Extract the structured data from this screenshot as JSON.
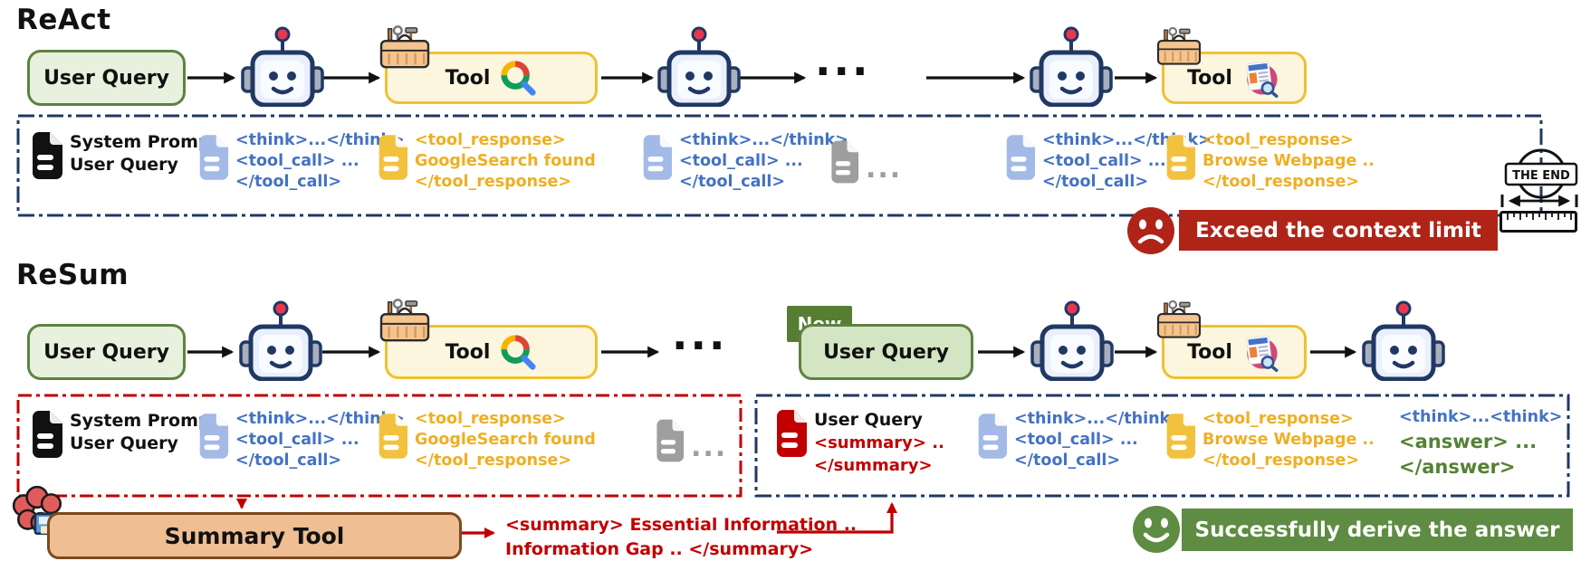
{
  "colors": {
    "context_border_navy": "#1F3864",
    "context_border_red": "#C00000",
    "tool_box_fill": "#FCF6DE",
    "tool_box_border": "#EFC12F",
    "query_box_fill": "#E7F1DD",
    "query_box_border": "#5D8243",
    "new_badge_green": "#567D32",
    "summary_tool_fill": "#EFBE93",
    "summary_tool_border": "#7B4A21",
    "banner_red": "#B02418",
    "banner_green": "#5E8C42",
    "doc_blue": "#A3B9E6",
    "doc_yellow": "#F2C23E",
    "doc_gray": "#9E9E9E",
    "doc_red": "#C00000",
    "text_blue": "#4472C4",
    "text_gold": "#EFAF23",
    "text_green": "#548235"
  },
  "react": {
    "title": "ReAct",
    "flow": {
      "user_query": "User Query",
      "tool1": "Tool",
      "dots": "...",
      "tool2": "Tool"
    },
    "context": {
      "doc1": {
        "lines": [
          "System Prompt",
          "User Query"
        ]
      },
      "doc2": {
        "lines": [
          "<think>...</think>",
          "<tool_call> ...",
          "</tool_call>"
        ]
      },
      "doc3": {
        "lines": [
          "<tool_response>",
          "GoogleSearch found",
          "</tool_response>"
        ]
      },
      "doc4": {
        "lines": [
          "<think>...</think>",
          "<tool_call> ...",
          "</tool_call>"
        ]
      },
      "doc5_dots": "...",
      "doc6": {
        "lines": [
          "<think>...</think>",
          "<tool_call> ...",
          "</tool_call>"
        ]
      },
      "doc7": {
        "lines": [
          "<tool_response>",
          "Browse Webpage ..",
          "</tool_response>"
        ]
      },
      "the_end": "THE END"
    },
    "banner": "Exceed the context limit"
  },
  "resum": {
    "title": "ReSum",
    "flow": {
      "user_query": "User Query",
      "tool1": "Tool",
      "dots": "...",
      "new_badge": "New",
      "new_user_query": "User Query",
      "tool2": "Tool"
    },
    "context1": {
      "doc1": {
        "lines": [
          "System Prompt",
          "User Query"
        ]
      },
      "doc2": {
        "lines": [
          "<think>...</think>",
          "<tool_call> ...",
          "</tool_call>"
        ]
      },
      "doc3": {
        "lines": [
          "<tool_response>",
          "GoogleSearch found",
          "</tool_response>"
        ]
      },
      "doc4_dots": "..."
    },
    "summary_tool": {
      "label": "Summary Tool",
      "output_line1": "<summary> Essential Information ..",
      "output_line2": "Information Gap .. </summary>"
    },
    "context2": {
      "doc1": {
        "lines": [
          "User Query",
          "<summary> ..",
          "</summary>"
        ]
      },
      "doc2": {
        "lines": [
          "<think>...</think>",
          "<tool_call> ...",
          "</tool_call>"
        ]
      },
      "doc3": {
        "lines": [
          "<tool_response>",
          "Browse Webpage ..",
          "</tool_response>"
        ]
      },
      "final": {
        "lines": [
          "<think>...<think>",
          "<answer> ...",
          "</answer>"
        ]
      }
    },
    "banner": "Successfully derive the answer"
  }
}
